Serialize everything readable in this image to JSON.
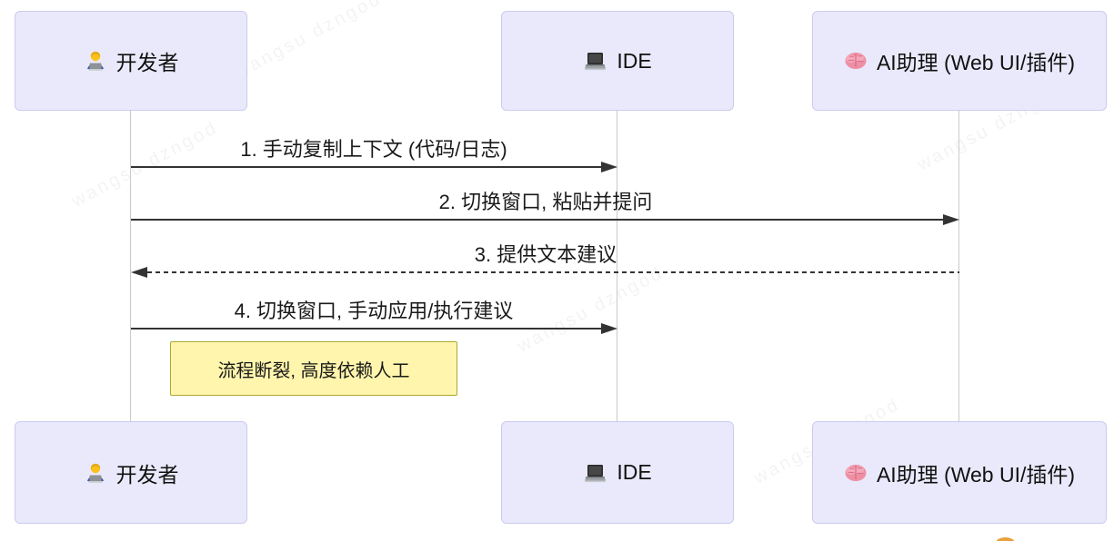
{
  "diagram": {
    "type": "sequence-diagram",
    "actors": [
      {
        "id": "developer",
        "label": "开发者",
        "icon": "technologist-emoji"
      },
      {
        "id": "ide",
        "label": "IDE",
        "icon": "laptop-emoji"
      },
      {
        "id": "ai",
        "label": "AI助理 (Web UI/插件)",
        "icon": "brain-emoji"
      }
    ],
    "messages": [
      {
        "seq": 1,
        "text": "1. 手动复制上下文 (代码/日志)",
        "from": "developer",
        "to": "ide",
        "line": "solid",
        "direction": "right"
      },
      {
        "seq": 2,
        "text": "2. 切换窗口, 粘贴并提问",
        "from": "developer",
        "to": "ai",
        "line": "solid",
        "direction": "right"
      },
      {
        "seq": 3,
        "text": "3. 提供文本建议",
        "from": "ai",
        "to": "developer",
        "line": "dashed",
        "direction": "left"
      },
      {
        "seq": 4,
        "text": "4. 切换窗口, 手动应用/执行建议",
        "from": "developer",
        "to": "ide",
        "line": "solid",
        "direction": "right"
      }
    ],
    "note": {
      "text": "流程断裂, 高度依赖人工",
      "attached_to": "developer-lifeline"
    },
    "colors": {
      "actor_fill": "#E9E9FB",
      "actor_border": "#CBCBF0",
      "note_fill": "#FFF5AD",
      "note_border": "#AAAA33",
      "message_line": "#333333",
      "lifeline": "#C9C9C9",
      "text": "#1A1A1A"
    }
  },
  "watermark": {
    "text": "wangsu dzngod"
  }
}
